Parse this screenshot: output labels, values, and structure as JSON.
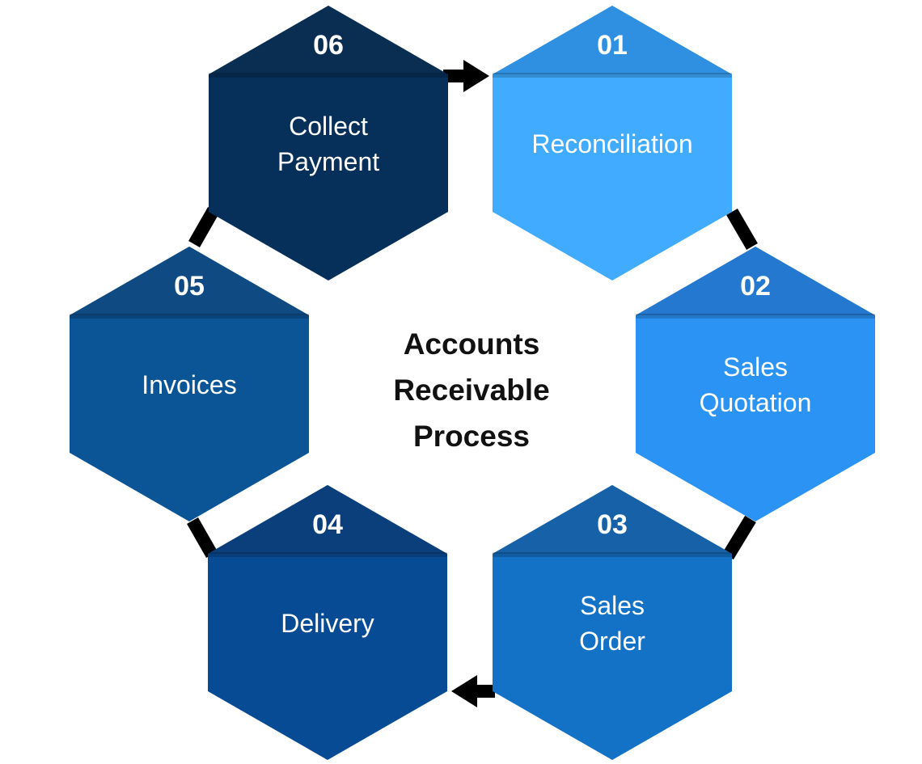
{
  "title": [
    "Accounts",
    "Receivable",
    "Process"
  ],
  "steps": [
    {
      "number": "01",
      "label": [
        "Reconciliation"
      ],
      "color": "#41acff",
      "cap_color": "#2f8fe0"
    },
    {
      "number": "02",
      "label": [
        "Sales",
        "Quotation"
      ],
      "color": "#2b93f3",
      "cap_color": "#2478cf"
    },
    {
      "number": "03",
      "label": [
        "Sales",
        "Order"
      ],
      "color": "#1371c6",
      "cap_color": "#1761a8"
    },
    {
      "number": "04",
      "label": [
        "Delivery"
      ],
      "color": "#084b95",
      "cap_color": "#0b3f7c"
    },
    {
      "number": "05",
      "label": [
        "Invoices"
      ],
      "color": "#0b5596",
      "cap_color": "#0f4b82"
    },
    {
      "number": "06",
      "label": [
        "Collect",
        "Payment"
      ],
      "color": "#062f59",
      "cap_color": "#0a2d52"
    }
  ],
  "connectors": [
    {
      "from": "06",
      "to": "01",
      "arrow": true
    },
    {
      "from": "01",
      "to": "02",
      "arrow": false
    },
    {
      "from": "02",
      "to": "03",
      "arrow": false
    },
    {
      "from": "03",
      "to": "04",
      "arrow": true
    },
    {
      "from": "04",
      "to": "05",
      "arrow": false
    },
    {
      "from": "05",
      "to": "06",
      "arrow": false
    }
  ]
}
